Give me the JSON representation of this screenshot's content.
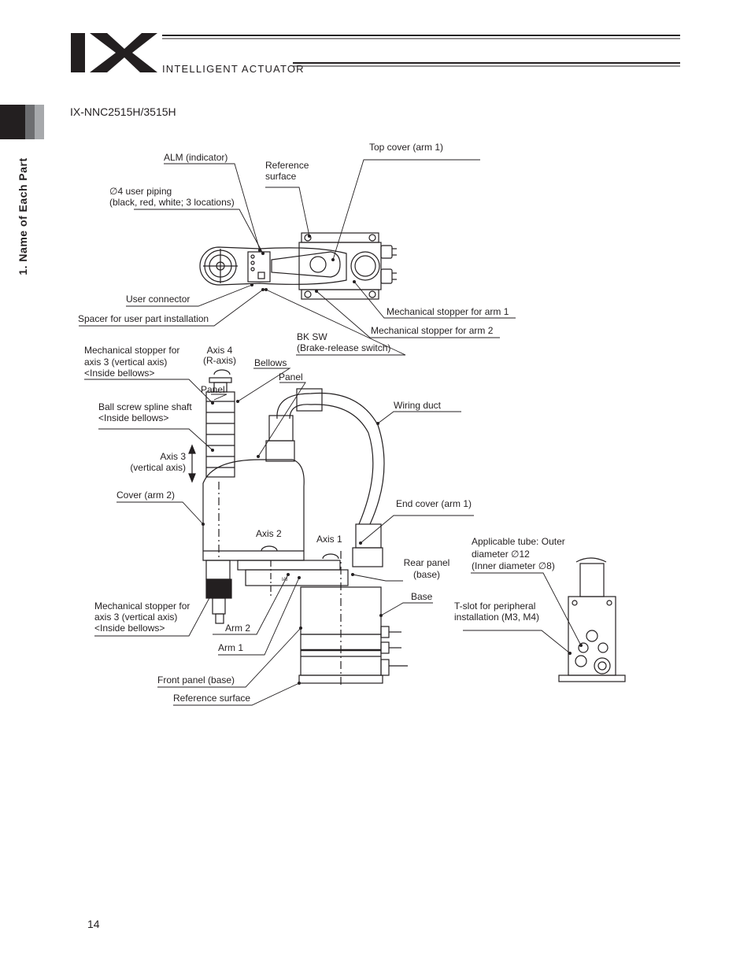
{
  "header": {
    "logo_mark": "IX",
    "brand_text": "INTELLIGENT ACTUATOR"
  },
  "side_tab": {
    "label": "1. Name of Each Part"
  },
  "model": {
    "title": "IX-NNC2515H/3515H"
  },
  "labels": {
    "top_cover": "Top cover (arm 1)",
    "alm": "ALM (indicator)",
    "reference_surface_top_l1": "Reference",
    "reference_surface_top_l2": "surface",
    "user_piping_l1": "∅4 user piping",
    "user_piping_l2": "(black, red, white; 3 locations)",
    "user_connector": "User connector",
    "spacer": "Spacer for user part installation",
    "mech_stopper_arm1": "Mechanical stopper for arm 1",
    "mech_stopper_arm2": "Mechanical stopper for arm 2",
    "bk_sw_l1": "BK SW",
    "bk_sw_l2": "(Brake-release switch)",
    "mech_stopper_axis3_top_l1": "Mechanical stopper for",
    "mech_stopper_axis3_top_l2": "axis 3 (vertical axis)",
    "mech_stopper_axis3_top_l3": "<Inside bellows>",
    "axis4_l1": "Axis 4",
    "axis4_l2": "(R-axis)",
    "bellows": "Bellows",
    "panel_1": "Panel",
    "panel_2": "Panel",
    "ball_screw_l1": "Ball screw spline shaft",
    "ball_screw_l2": "<Inside bellows>",
    "wiring_duct": "Wiring duct",
    "axis3_l1": "Axis 3",
    "axis3_l2": "(vertical axis)",
    "cover_arm2": "Cover (arm 2)",
    "end_cover": "End cover (arm 1)",
    "axis2": "Axis 2",
    "axis1": "Axis 1",
    "rear_panel_l1": "Rear panel",
    "rear_panel_l2": "(base)",
    "base": "Base",
    "tube_l1": "Applicable tube: Outer",
    "tube_l2": "diameter ∅12",
    "tube_l3": "(Inner diameter ∅8)",
    "tslot_l1": "T-slot for peripheral",
    "tslot_l2": "installation (M3, M4)",
    "mech_stopper_axis3_bot_l1": "Mechanical stopper for",
    "mech_stopper_axis3_bot_l2": "axis 3 (vertical axis)",
    "mech_stopper_axis3_bot_l3": "<Inside bellows>",
    "arm2": "Arm 2",
    "arm1": "Arm 1",
    "front_panel": "Front panel (base)",
    "reference_surface_bot": "Reference surface",
    "arm_plate_text": "IAI"
  },
  "footer": {
    "page_number": "14"
  }
}
